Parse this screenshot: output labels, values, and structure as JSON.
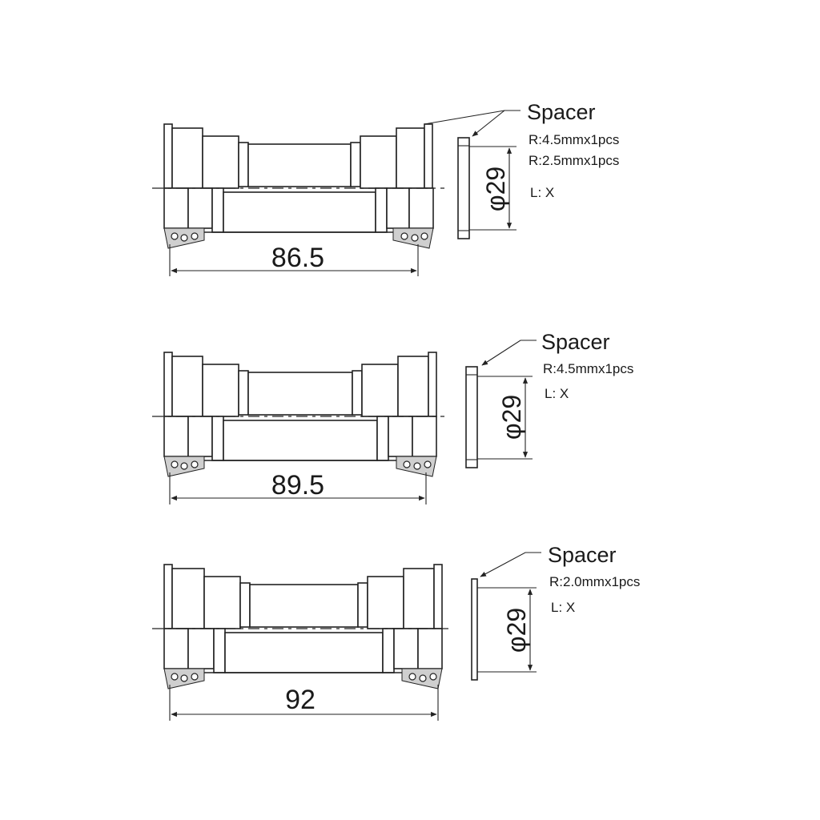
{
  "diagrams": [
    {
      "width_label": "86.5",
      "spacer_title": "Spacer",
      "spacer_lines": [
        "R:4.5mmx1pcs",
        "R:2.5mmx1pcs",
        "L: X"
      ],
      "diameter_label": "φ29"
    },
    {
      "width_label": "89.5",
      "spacer_title": "Spacer",
      "spacer_lines": [
        "R:4.5mmx1pcs",
        "L: X"
      ],
      "diameter_label": "φ29"
    },
    {
      "width_label": "92",
      "spacer_title": "Spacer",
      "spacer_lines": [
        "R:2.0mmx1pcs",
        "L: X"
      ],
      "diameter_label": "φ29"
    }
  ]
}
